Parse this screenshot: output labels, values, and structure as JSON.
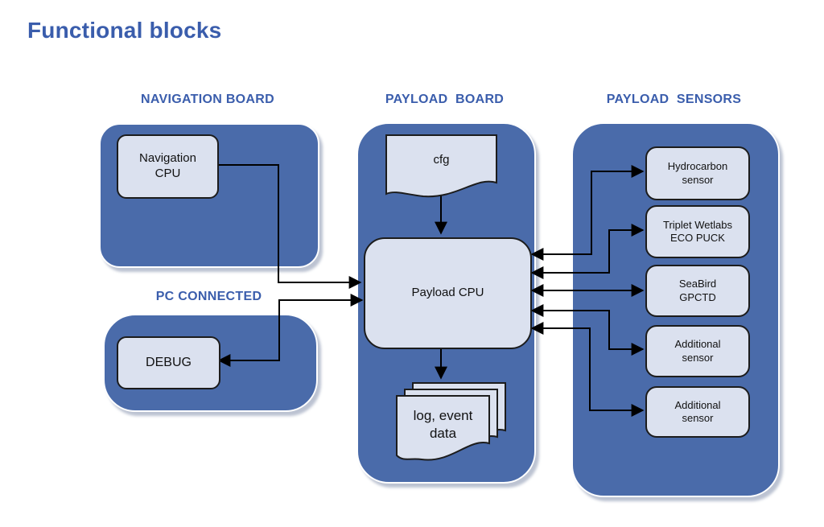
{
  "title": "Functional blocks",
  "colors": {
    "background": "#ffffff",
    "board-blue": "#4a6baa",
    "label-blue": "#3a5dac",
    "node-fill": "#dbe1ef",
    "node-border": "#1c1c1c",
    "line-color": "#000000"
  },
  "boards": {
    "navigation": {
      "label": "NAVIGATION BOARD"
    },
    "pc": {
      "label": "PC CONNECTED"
    },
    "payload": {
      "label": "PAYLOAD  BOARD"
    },
    "sensors": {
      "label": "PAYLOAD  SENSORS"
    }
  },
  "nodes": {
    "navigation_cpu": "Navigation\nCPU",
    "debug": "DEBUG",
    "cfg": "cfg",
    "payload_cpu": "Payload CPU",
    "log_data": "log, event\ndata"
  },
  "sensors": [
    {
      "label": "Hydrocarbon\nsensor"
    },
    {
      "label": "Triplet Wetlabs\nECO PUCK"
    },
    {
      "label": "SeaBird\nGPCTD"
    },
    {
      "label": "Additional\nsensor"
    },
    {
      "label": "Additional\nsensor"
    }
  ],
  "connections": [
    {
      "from": "navigation-cpu",
      "to": "payload-cpu",
      "arrows": "to"
    },
    {
      "from": "payload-cpu",
      "to": "debug",
      "arrows": "both"
    },
    {
      "from": "cfg",
      "to": "payload-cpu",
      "arrows": "to"
    },
    {
      "from": "payload-cpu",
      "to": "log-event-data",
      "arrows": "to"
    },
    {
      "from": "payload-cpu",
      "to": "hydrocarbon-sensor",
      "arrows": "both"
    },
    {
      "from": "payload-cpu",
      "to": "triplet-wetlabs-eco-puck",
      "arrows": "both"
    },
    {
      "from": "payload-cpu",
      "to": "seabird-gpctd",
      "arrows": "both"
    },
    {
      "from": "payload-cpu",
      "to": "additional-sensor-1",
      "arrows": "both"
    },
    {
      "from": "payload-cpu",
      "to": "additional-sensor-2",
      "arrows": "both"
    }
  ]
}
